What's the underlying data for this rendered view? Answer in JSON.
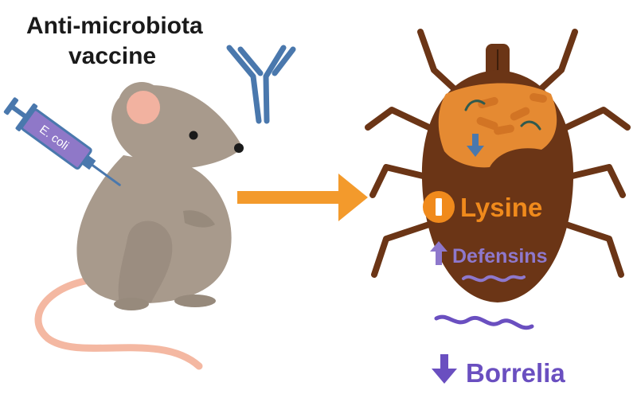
{
  "title": {
    "line1": "Anti-microbiota",
    "line2": "vaccine"
  },
  "syringe": {
    "label": "E. coli"
  },
  "tick": {
    "lysine_label": "Lysine",
    "defensins_label": "Defensins"
  },
  "outcome": {
    "borrelia_label": "Borrelia"
  },
  "colors": {
    "mouse_body": "#a89a8c",
    "mouse_ear": "#f2b2a0",
    "mouse_tail": "#f4b8a2",
    "tick_body": "#6b3516",
    "tick_gut": "#e58a32",
    "antibody": "#4a78ad",
    "syringe_fill": "#8f78c8",
    "arrow": "#f39a2c",
    "lysine": "#f08a1c",
    "defensins": "#8e78cc",
    "borrelia": "#6a4fc0"
  },
  "icons": [
    "antibody-icon",
    "syringe-icon",
    "mouse-icon",
    "tick-icon",
    "spirochete-icon",
    "arrow-right-icon",
    "arrow-down-icon",
    "arrow-up-icon"
  ]
}
